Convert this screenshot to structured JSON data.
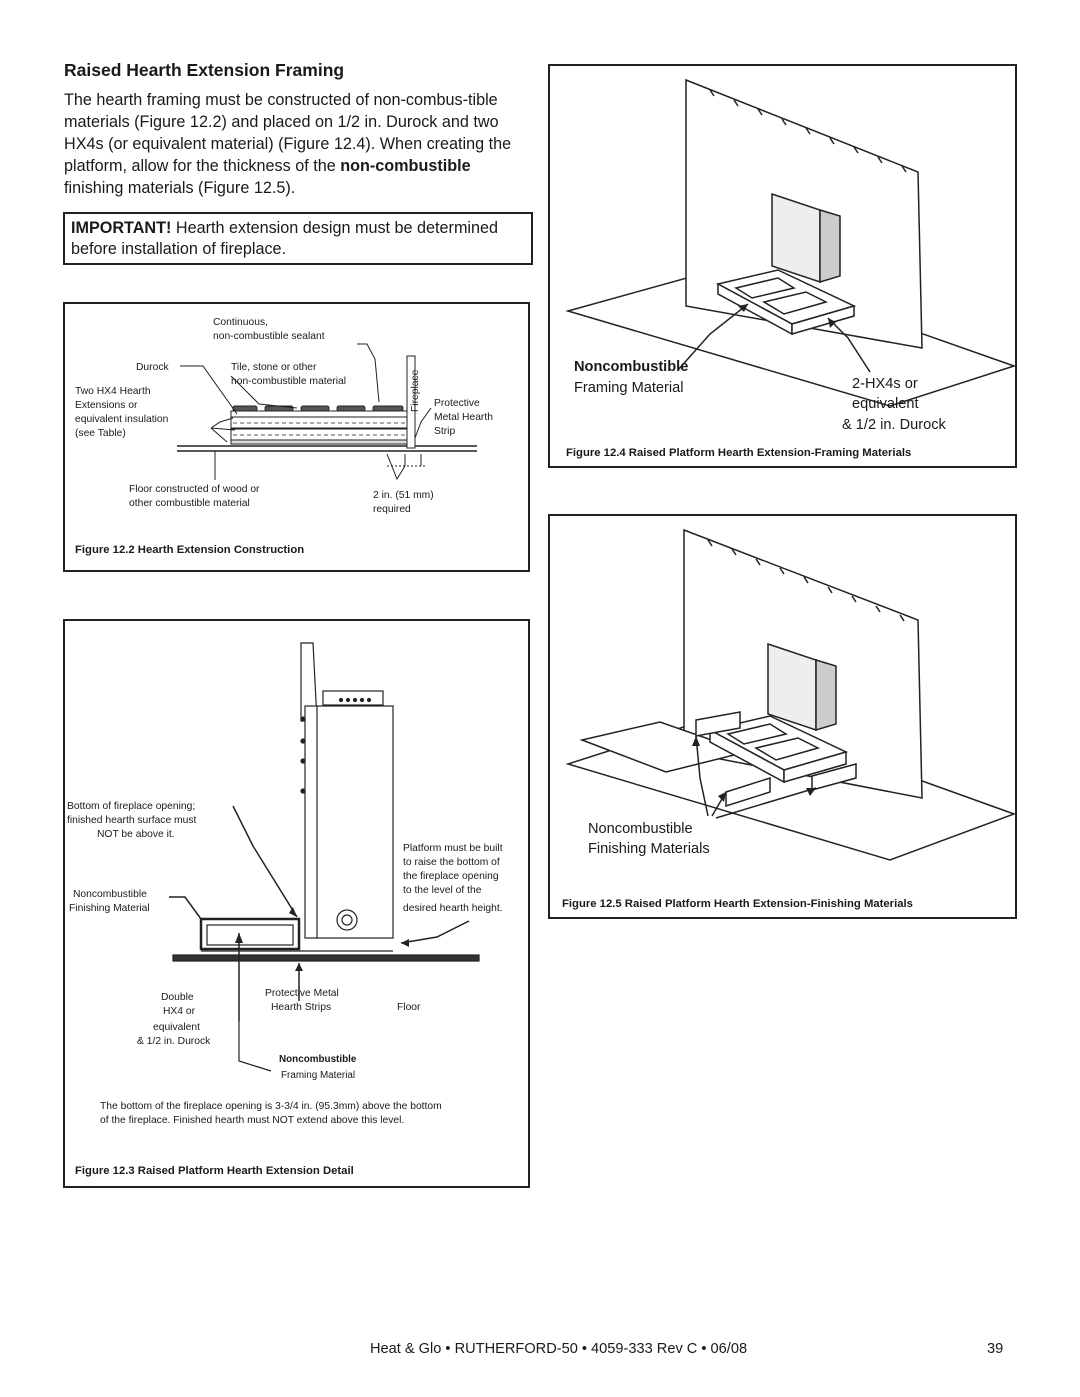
{
  "section_title": "Raised Hearth Extension Framing",
  "intro": {
    "part1": "The hearth framing must be constructed of non-combus-tible materials (Figure 12.2) and placed on 1/2 in. Durock and two HX4s (or equivalent material) (Figure 12.4). When creating the platform, allow for the thickness of the ",
    "bold": "non-combustible",
    "part2": " finishing materials (Figure 12.5)."
  },
  "important": {
    "bold": "IMPORTANT!",
    "text": " Hearth extension design must be determined before installation of fireplace."
  },
  "fig_12_2": {
    "caption": "Figure 12.2  Hearth Extension Construction",
    "labels": {
      "sealant_1": "Continuous,",
      "sealant_2": "non-combustible sealant",
      "durock": "Durock",
      "tile_1": "Tile, stone or other",
      "tile_2": "non-combustible material",
      "fireplace": "Fireplace",
      "hx4_1": "Two HX4 Hearth",
      "hx4_2": "Extensions or",
      "hx4_3": "equivalent  insulation",
      "hx4_4": "(see Table)",
      "strip_1": "Protective",
      "strip_2": "Metal Hearth",
      "strip_3": "Strip",
      "floor_1": "Floor constructed of wood or",
      "floor_2": "other combustible material",
      "req_1": "2 in. (51 mm)",
      "req_2": "required"
    }
  },
  "fig_12_3": {
    "caption": "Figure 12.3  Raised Platform Hearth Extension Detail",
    "labels": {
      "bottom_1": "Bottom of fireplace opening;",
      "bottom_2": "finished hearth surface must",
      "bottom_3": "NOT be above it.",
      "platform_1": "Platform must be built",
      "platform_2": "to raise the bottom of",
      "platform_3": "the fireplace opening",
      "platform_4": "to the level of the",
      "platform_5": "desired hearth height.",
      "finish_1": "Noncombustible",
      "finish_2": "Finishing Material",
      "double_1": "Double",
      "double_2": "HX4 or",
      "double_3": "equivalent",
      "double_4": "& 1/2 in. Durock",
      "strips_1": "Protective Metal",
      "strips_2": "Hearth Strips",
      "floor": "Floor",
      "framing_1": "Noncombustible",
      "framing_2": "Framing Material",
      "note_1": "The bottom of the fireplace opening is 3-3/4 in. (95.3mm) above the bottom",
      "note_2": "of the fireplace. Finished hearth must NOT extend above this level."
    }
  },
  "fig_12_4": {
    "caption": "Figure 12.4  Raised Platform Hearth Extension-Framing Materials",
    "labels": {
      "nc": "Noncombustible",
      "fm": "Framing Material",
      "hx_1": "2-HX4s or",
      "hx_2": "equivalent",
      "hx_3": "& 1/2 in. Durock"
    }
  },
  "fig_12_5": {
    "caption": "Figure 12.5  Raised Platform Hearth Extension-Finishing Materials",
    "labels": {
      "nc": "Noncombustible",
      "fm": "Finishing Materials"
    }
  },
  "footer": "Heat & Glo • RUTHERFORD-50 • 4059-333 Rev C • 06/08",
  "page_number": "39"
}
